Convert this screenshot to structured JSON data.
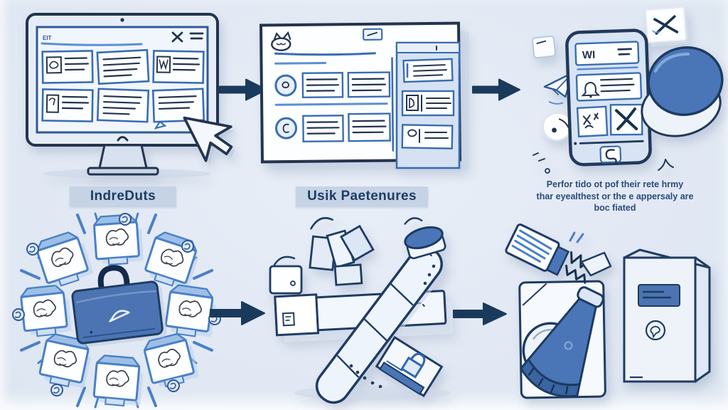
{
  "labels": {
    "step1": "IndreDuts",
    "step2": "Usik Paetenures"
  },
  "caption": {
    "line1": "Perfor tido ot pof their rete hrmy",
    "line2": "thar eyealthest or the e appersaly are",
    "line3": "boc fiated"
  },
  "monitor": {
    "topbar_text": "EIT"
  },
  "phone": {
    "header_text": "WI"
  },
  "colors": {
    "background": "#e2e9f4",
    "ink": "#23344e",
    "navy_arrow": "#1a3a5c",
    "blue_solid": "#4a76b8",
    "blue_line": "#3a6db2",
    "sky_line": "#5b8fd4",
    "band": "#c6d3e5",
    "panel_fill": "#fdfeff",
    "sidebar_fill": "#d6e2f3"
  },
  "icons": [
    "cursor-icon",
    "close-icon",
    "menu-icon",
    "camera-dot-icon",
    "cat-icon",
    "bell-icon",
    "x-tile-icon",
    "sketch-tile-icon",
    "home-spiral-icon",
    "round-button",
    "paper-plane-icon",
    "computer-mouse-icon",
    "send-card-icon",
    "app-square-icon",
    "briefcase-icon",
    "package-card",
    "ray-dash",
    "doodle-circle",
    "ruler-stick",
    "crossbar",
    "glove-bundle",
    "blue-cap",
    "lock-icon",
    "brush-icon",
    "megaphone-icon",
    "washing-machine-icon",
    "cabinet-icon",
    "shard-icon"
  ]
}
